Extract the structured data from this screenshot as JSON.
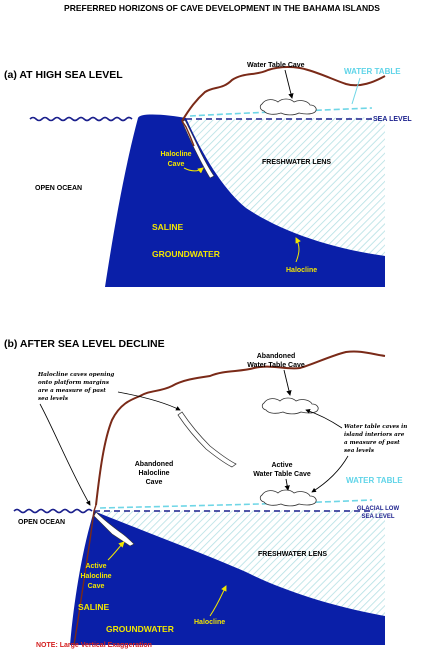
{
  "title": "PREFERRED HORIZONS OF CAVE DEVELOPMENT IN THE BAHAMA ISLANDS",
  "panel_a": {
    "heading": "(a) AT HIGH SEA LEVEL",
    "water_table_cave": "Water Table Cave",
    "water_table": "WATER TABLE",
    "sea_level": "SEA LEVEL",
    "halocline_cave": [
      "Halocline",
      "Cave"
    ],
    "freshwater_lens": "FRESHWATER LENS",
    "open_ocean": "OPEN OCEAN",
    "saline": "SALINE",
    "groundwater": "GROUNDWATER",
    "halocline": "Halocline"
  },
  "panel_b": {
    "heading": "(b) AFTER SEA LEVEL DECLINE",
    "abandoned_wt_cave": [
      "Abandoned",
      "Water Table Cave"
    ],
    "note_left": [
      "Halocline caves opening",
      "onto platform margins",
      "are a measure of past",
      "sea levels"
    ],
    "note_right": [
      "Water table caves in",
      "island interiors are",
      "a measure of past",
      "sea levels"
    ],
    "abandoned_halocline": [
      "Abandoned",
      "Halocline",
      "Cave"
    ],
    "active_wt_cave": [
      "Active",
      "Water Table Cave"
    ],
    "water_table": "WATER TABLE",
    "glacial_low": [
      "GLACIAL LOW",
      "SEA LEVEL"
    ],
    "open_ocean": "OPEN OCEAN",
    "freshwater_lens": "FRESHWATER LENS",
    "active_halocline": [
      "Active",
      "Halocline",
      "Cave"
    ],
    "saline": "SALINE",
    "groundwater": "GROUNDWATER",
    "halocline": "Halocline"
  },
  "note": "NOTE: Large Vertical Exaggeration",
  "colors": {
    "saline_blue": "#0a1fa8",
    "lens_hatch": "#b4e0e4",
    "land_line": "#7a2a18",
    "water_table_cyan": "#6fd6e6",
    "sea_level_navy": "#1a1f8c",
    "label_yellow": "#f2e600",
    "note_red": "#d42020"
  }
}
